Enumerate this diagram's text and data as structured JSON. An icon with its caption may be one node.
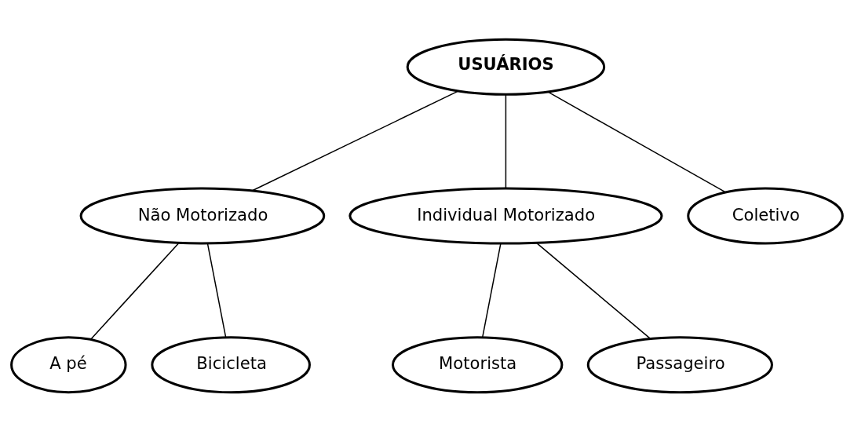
{
  "diagram": {
    "nodes": [
      {
        "text": [
          "USUÁRIOS"
        ]
      },
      {
        "text": [
          "Não Motorizado"
        ]
      },
      {
        "text": [
          "Individual Motorizado"
        ]
      },
      {
        "text": [
          "Coletivo"
        ]
      },
      {
        "text": [
          "A pé"
        ]
      },
      {
        "text": [
          "Bicicleta"
        ]
      },
      {
        "text": [
          "Motorista"
        ]
      },
      {
        "text": [
          "Passageiro"
        ]
      }
    ],
    "edges": [
      {
        "from": 0,
        "to": 1,
        "arrow": "none"
      },
      {
        "from": 0,
        "to": 2,
        "arrow": "none"
      },
      {
        "from": 0,
        "to": 3,
        "arrow": "none"
      },
      {
        "from": 1,
        "to": 4,
        "arrow": "none"
      },
      {
        "from": 1,
        "to": 5,
        "arrow": "none"
      },
      {
        "from": 2,
        "to": 6,
        "arrow": "none"
      },
      {
        "from": 2,
        "to": 7,
        "arrow": "none"
      }
    ]
  }
}
